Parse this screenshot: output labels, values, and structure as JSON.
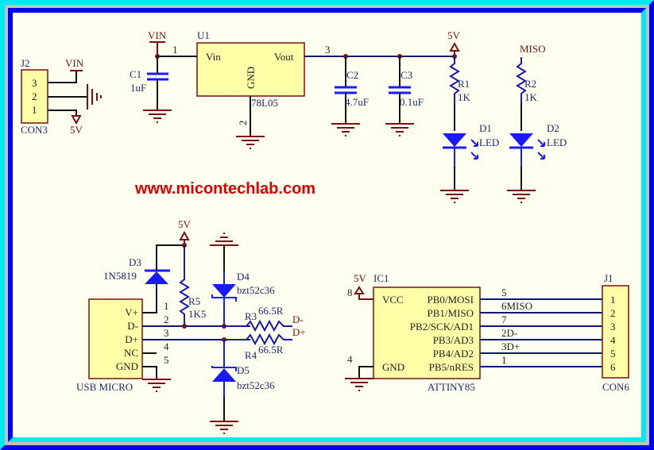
{
  "website": "www.micontechlab.com",
  "colors": {
    "border_light": "#00e8f0",
    "border_dark": "#0000f0",
    "paper": "#fffff0",
    "component_fill": "#ffffa8",
    "url": "#e00000"
  },
  "j2": {
    "ref": "J2",
    "type": "CON3",
    "pins": [
      "3",
      "2",
      "1"
    ],
    "net_vin": "VIN",
    "net_5v": "5V"
  },
  "u1": {
    "ref": "U1",
    "part": "78L05",
    "pin_vin": "Vin",
    "pin_vout": "Vout",
    "pin_gnd": "GND",
    "pin1": "1",
    "pin2": "2",
    "pin3": "3",
    "net_vin": "VIN"
  },
  "c1": {
    "ref": "C1",
    "value": "1uF"
  },
  "c2": {
    "ref": "C2",
    "value": "4.7uF"
  },
  "c3": {
    "ref": "C3",
    "value": "0.1uF"
  },
  "r1": {
    "ref": "R1",
    "value": "1K",
    "net": "5V"
  },
  "r2": {
    "ref": "R2",
    "value": "1K",
    "net": "MISO"
  },
  "d1": {
    "ref": "D1",
    "value": "LED"
  },
  "d2": {
    "ref": "D2",
    "value": "LED"
  },
  "usb": {
    "type": "USB MICRO",
    "pins": [
      {
        "name": "V+",
        "num": "1"
      },
      {
        "name": "D-",
        "num": "2"
      },
      {
        "name": "D+",
        "num": "3"
      },
      {
        "name": "NC",
        "num": "4"
      },
      {
        "name": "GND",
        "num": "5"
      }
    ],
    "net_5v": "5V"
  },
  "d3": {
    "ref": "D3",
    "value": "1N5819"
  },
  "r5": {
    "ref": "R5",
    "value": "1K5"
  },
  "d4": {
    "ref": "D4",
    "value": "bzt52c36"
  },
  "d5": {
    "ref": "D5",
    "value": "bzt52c36"
  },
  "r3": {
    "ref": "R3",
    "value": "66.5R",
    "net": "D-"
  },
  "r4": {
    "ref": "R4",
    "value": "66.5R",
    "net": "D+"
  },
  "ic1": {
    "ref": "IC1",
    "part": "ATTINY85",
    "net_5v": "5V",
    "vcc": "VCC",
    "gnd": "GND",
    "vcc_pin": "8",
    "gnd_pin": "4",
    "pins": [
      {
        "name": "PB0/MOSI",
        "num": "5"
      },
      {
        "name": "PB1/MISO",
        "num": "6MISO"
      },
      {
        "name": "PB2/SCK/AD1",
        "num": "7"
      },
      {
        "name": "PB3/AD3",
        "num": "2D-"
      },
      {
        "name": "PB4/AD2",
        "num": "3D+"
      },
      {
        "name": "PB5/nRES",
        "num": "1"
      }
    ]
  },
  "j1": {
    "ref": "J1",
    "type": "CON6",
    "pins": [
      "1",
      "2",
      "3",
      "4",
      "5",
      "6"
    ]
  }
}
